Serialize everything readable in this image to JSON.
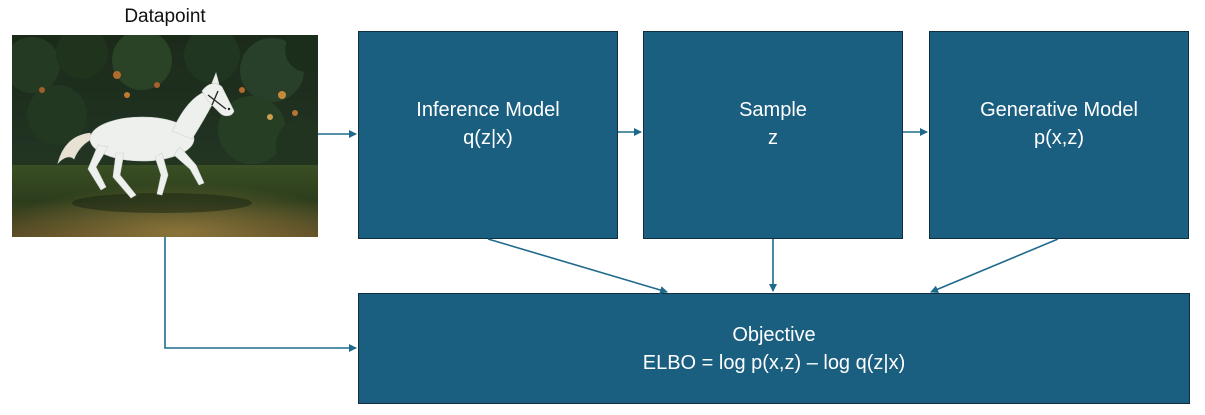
{
  "datapoint": {
    "caption": "Datapoint",
    "image_subject": "white horse galloping on grass in front of dark foliage"
  },
  "boxes": {
    "inference": {
      "title": "Inference Model",
      "subtitle": "q(z|x)"
    },
    "sample": {
      "title": "Sample",
      "subtitle": "z"
    },
    "generative": {
      "title": "Generative Model",
      "subtitle": "p(x,z)"
    },
    "objective": {
      "title": "Objective",
      "subtitle": "ELBO = log p(x,z) – log q(z|x)"
    }
  },
  "colors": {
    "box_fill": "#1a5e80",
    "box_border": "#0f2f40",
    "arrow": "#1f6a8c",
    "text_on_box": "#ffffff"
  }
}
